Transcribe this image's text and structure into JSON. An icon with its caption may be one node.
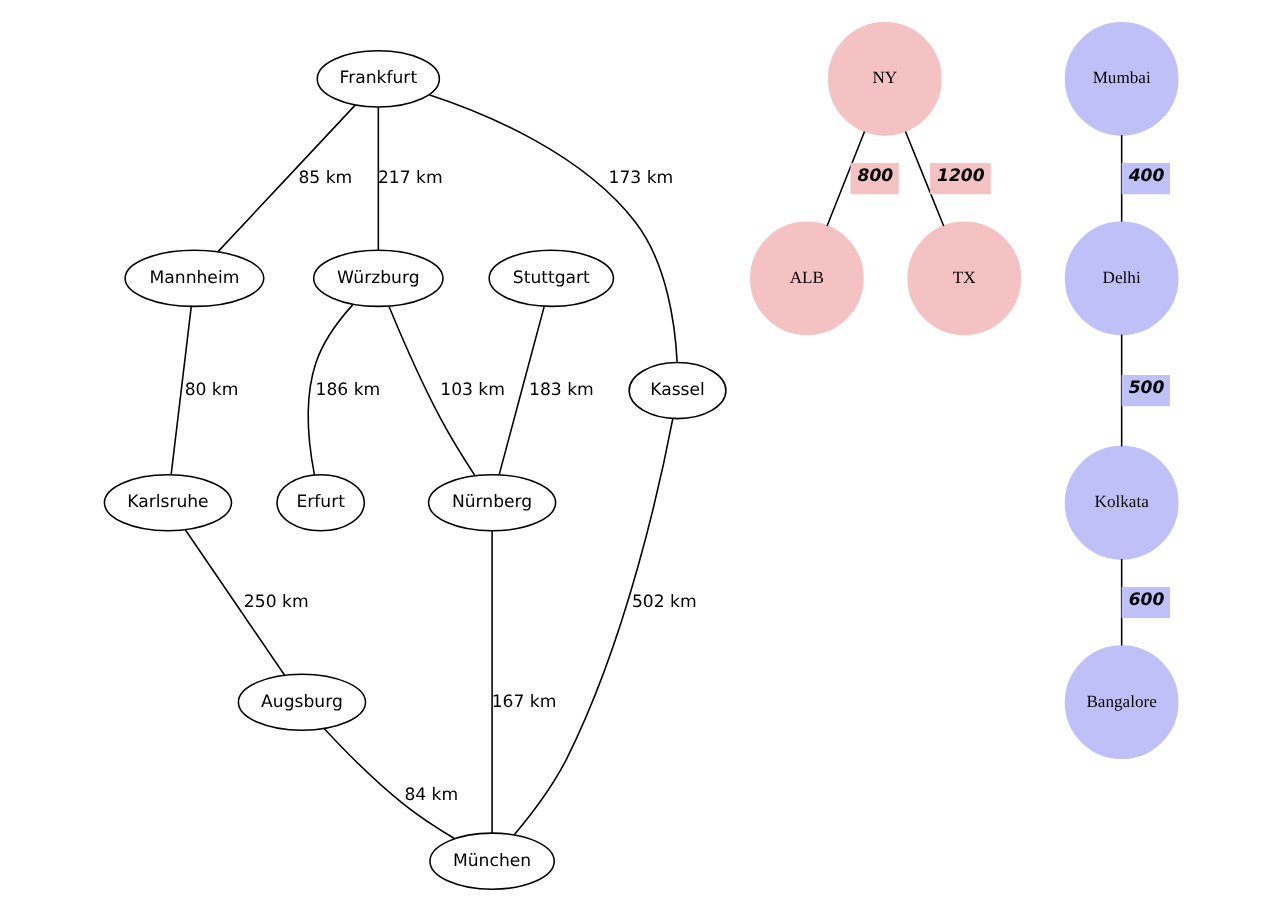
{
  "diagram": {
    "nodes": [
      {
        "text": [
          "Frankfurt"
        ]
      },
      {
        "text": [
          "Mannheim"
        ]
      },
      {
        "text": [
          "Würzburg"
        ]
      },
      {
        "text": [
          "Stuttgart"
        ]
      },
      {
        "text": [
          "Kassel"
        ]
      },
      {
        "text": [
          "Karlsruhe"
        ]
      },
      {
        "text": [
          "Erfurt"
        ]
      },
      {
        "text": [
          "Nürnberg"
        ]
      },
      {
        "text": [
          "Augsburg"
        ]
      },
      {
        "text": [
          "München"
        ]
      },
      {
        "text": [
          "NY"
        ]
      },
      {
        "text": [
          "ALB"
        ]
      },
      {
        "text": [
          "TX"
        ]
      },
      {
        "text": [
          "Mumbai"
        ]
      },
      {
        "text": [
          "Delhi"
        ]
      },
      {
        "text": [
          "Kolkata"
        ]
      },
      {
        "text": [
          "Bangalore"
        ]
      }
    ],
    "edges": [
      {
        "from": 0,
        "to": 1,
        "arrow": "none",
        "label": "85 km"
      },
      {
        "from": 0,
        "to": 2,
        "arrow": "none",
        "label": "217 km"
      },
      {
        "from": 0,
        "to": 4,
        "arrow": "none",
        "label": "173 km"
      },
      {
        "from": 1,
        "to": 5,
        "arrow": "none",
        "label": "80 km"
      },
      {
        "from": 2,
        "to": 6,
        "arrow": "none",
        "label": "186 km"
      },
      {
        "from": 2,
        "to": 7,
        "arrow": "none",
        "label": "103 km"
      },
      {
        "from": 3,
        "to": 7,
        "arrow": "none",
        "label": "183 km"
      },
      {
        "from": 4,
        "to": 9,
        "arrow": "none",
        "label": "502 km"
      },
      {
        "from": 5,
        "to": 8,
        "arrow": "none",
        "label": "250 km"
      },
      {
        "from": 8,
        "to": 9,
        "arrow": "none",
        "label": "84 km"
      },
      {
        "from": 7,
        "to": 9,
        "arrow": "none",
        "label": "167 km"
      },
      {
        "from": 10,
        "to": 11,
        "arrow": "none",
        "label": "800"
      },
      {
        "from": 10,
        "to": 12,
        "arrow": "none",
        "label": "1200"
      },
      {
        "from": 13,
        "to": 14,
        "arrow": "none",
        "label": "400"
      },
      {
        "from": 14,
        "to": 15,
        "arrow": "none",
        "label": "500"
      },
      {
        "from": 15,
        "to": 16,
        "arrow": "none",
        "label": "600"
      }
    ]
  }
}
